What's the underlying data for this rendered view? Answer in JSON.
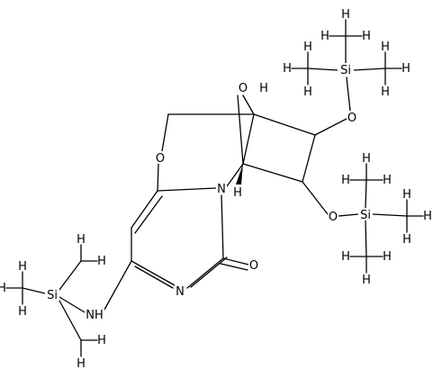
{
  "diagram": {
    "atoms": {
      "o_bridge": "O",
      "h_c1": "H",
      "o_ring": "O",
      "h_c5": "H",
      "n_ring": "N",
      "o_carbonyl": "O",
      "n_imine": "N",
      "nh": "NH",
      "si_amine": "Si",
      "o_tms_top": "O",
      "si_top": "Si",
      "o_tms_bottom": "O",
      "si_bottom": "Si",
      "h": "H"
    }
  }
}
